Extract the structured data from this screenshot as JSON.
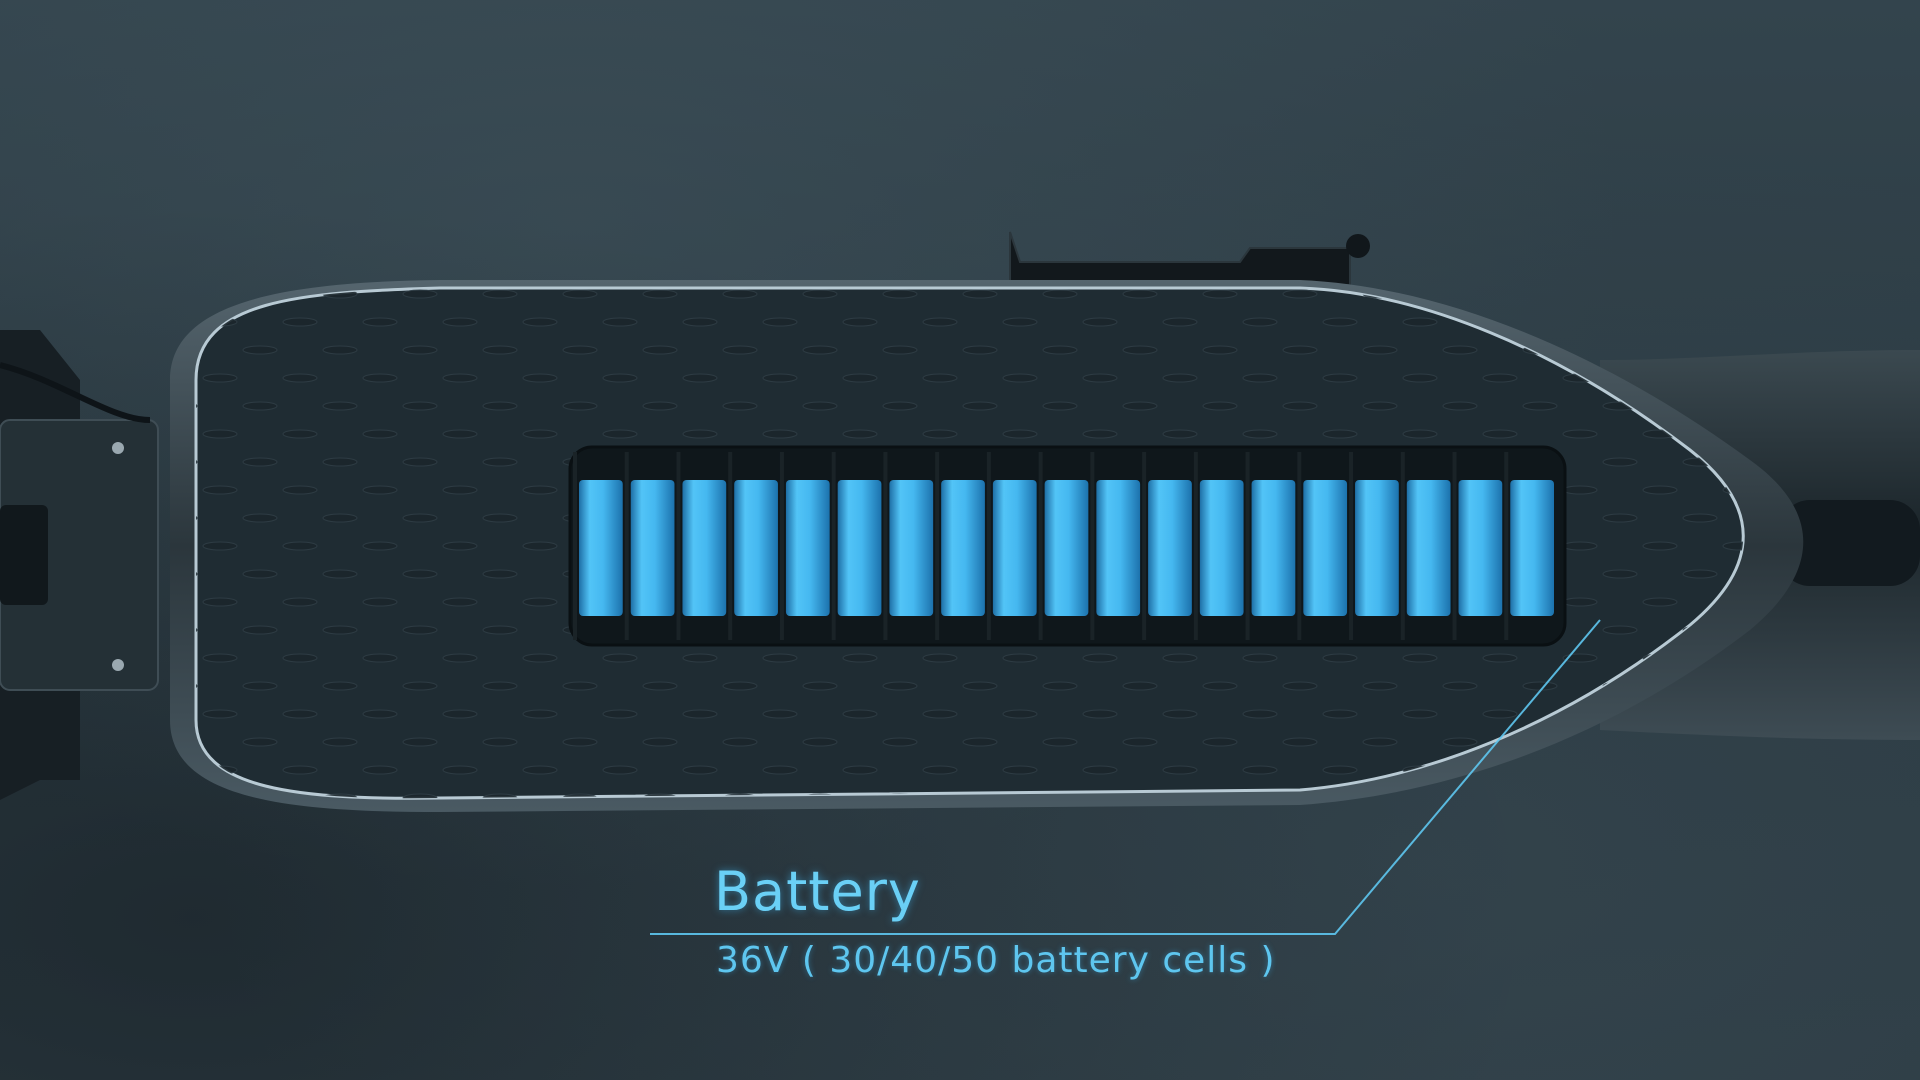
{
  "callout": {
    "title": "Battery",
    "spec": "36V ( 30/40/50 battery cells )"
  },
  "battery_pack": {
    "visible_cells": 19
  },
  "colors": {
    "background": "#2e3d45",
    "deck": "#1e2b32",
    "deck_edge": "#9fb3bf",
    "cell": "#3fb2ee",
    "callout": "#6ad0f6"
  }
}
